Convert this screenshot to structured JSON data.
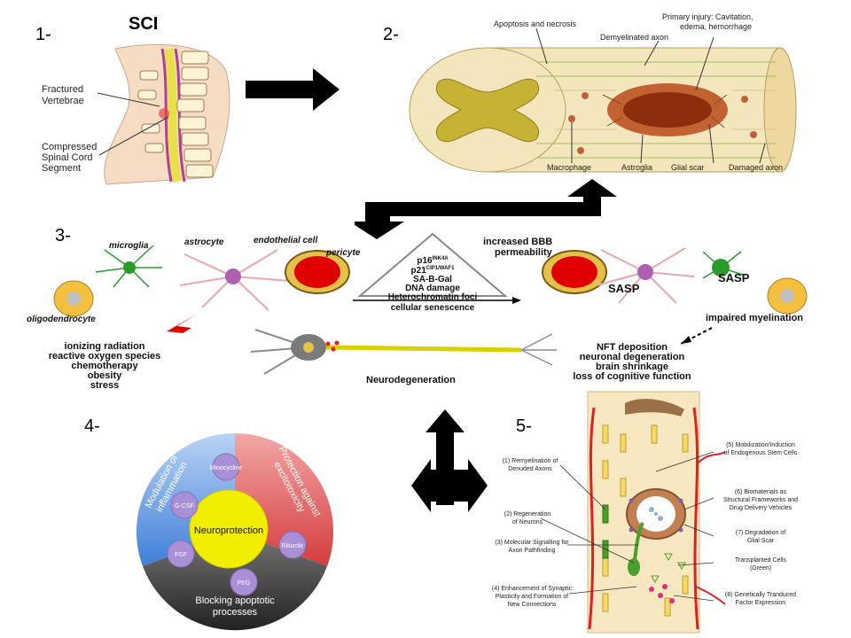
{
  "panels": {
    "p1": {
      "number": "1-",
      "title": "SCI",
      "labels": {
        "fractured_1": "Fractured",
        "fractured_2": "Vertebrae",
        "compressed_1": "Compressed",
        "compressed_2": "Spinal Cord",
        "compressed_3": "Segment"
      }
    },
    "p2": {
      "number": "2-",
      "labels": {
        "apoptosis": "Apoptosis and necrosis",
        "primary_1": "Primary injury: Cavitation,",
        "primary_2": "edema, hemorrhage",
        "demyelinated": "Demyelinated axon",
        "macrophage": "Macrophage",
        "astroglia": "Astroglia",
        "glial_scar": "Glial scar",
        "damaged_axon": "Damaged axon"
      }
    },
    "p3": {
      "number": "3-",
      "labels": {
        "microglia": "microglia",
        "astrocyte": "astrocyte",
        "endothelial": "endothelial cell",
        "pericyte": "pericyte",
        "oligodendrocyte": "oligodendrocyte",
        "bbb_1": "increased BBB",
        "bbb_2": "permeability",
        "sasp_1": "SASP",
        "sasp_2": "SASP",
        "impaired": "impaired myelination",
        "senescence": "cellular senescence",
        "neurodegeneration": "Neurodegeneration"
      },
      "triangle_lines": {
        "p16": "p16",
        "p16_sup": "INK4A",
        "p21": "p21",
        "p21_sup": "CIP1/WAF1",
        "sabgal": "SA-B-Gal",
        "dna": "DNA damage",
        "hetero": "Heterochromatin foci"
      },
      "causes": [
        "ionizing radiation",
        "reactive oxygen species",
        "chemotherapy",
        "obesity",
        "stress"
      ],
      "outcomes": [
        "NFT deposition",
        "neuronal degeneration",
        "brain shrinkage",
        "loss of cognitive function"
      ]
    },
    "p4": {
      "number": "4-",
      "sector_top_left_1": "Modulation of",
      "sector_top_left_2": "inflammation",
      "sector_top_right_1": "Protection against",
      "sector_top_right_2": "excitotoxicity",
      "sector_bottom_1": "Blocking apoptotic",
      "sector_bottom_2": "processes",
      "center": "Neuroprotection",
      "agents": [
        "Minocycline",
        "G-CSF",
        "FGF",
        "Riluzole",
        "PEG"
      ]
    },
    "p5": {
      "number": "5-",
      "left_labels": {
        "l1a": "(1) Remyelination of",
        "l1b": "Denuded Axons",
        "l2a": "(2) Regeneration",
        "l2b": "of Neurons",
        "l3a": "(3) Molecular Signalling for",
        "l3b": "Axon Pathfinding",
        "l4a": "(4) Enhancement of Synaptic",
        "l4b": "Plasticity and Formation of",
        "l4c": "New Connections"
      },
      "right_labels": {
        "r5a": "(5) Mobilization/Induction",
        "r5b": "of Endogenous Stem Cells",
        "r6a": "(6) Biomaterials as",
        "r6b": "Structural Frameworks and",
        "r6c": "Drug Delivery Vehicles",
        "r7a": "(7) Degradation of",
        "r7b": "Glial Scar",
        "r8a": "Transplanted Cells",
        "r8b": "(Green)",
        "r9a": "(8) Genetically Tranduced",
        "r9b": "Factor Expression"
      }
    }
  },
  "colors": {
    "arrow": "#000000",
    "yellow": "#f2ee00",
    "blue": "#4f8fe0",
    "red": "#e04848",
    "gray": "#555555",
    "purple": "#a98fd6"
  }
}
